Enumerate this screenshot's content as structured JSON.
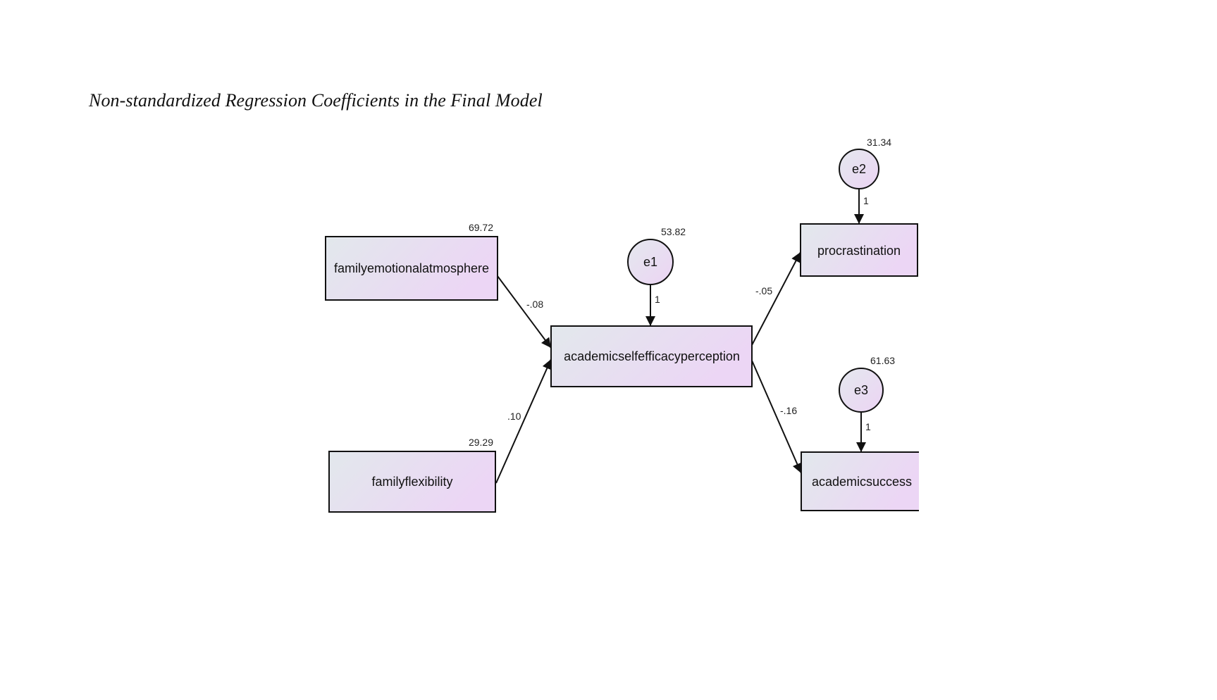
{
  "title": "Non-standardized Regression Coefficients in the Final Model",
  "colors": {
    "fill_start": "#e2e8ec",
    "fill_end": "#ecd6f5",
    "stroke": "#111111"
  },
  "nodes": {
    "fea": {
      "label": "familyemotionalatmosphere",
      "variance": "69.72"
    },
    "ff": {
      "label": "familyflexibility",
      "variance": "29.29"
    },
    "asep": {
      "label": "academicselfefficacyperception"
    },
    "proc": {
      "label": "procrastination"
    },
    "as": {
      "label": "academicsuccess"
    }
  },
  "errors": {
    "e1": {
      "label": "e1",
      "variance": "53.82",
      "path_coef": "1"
    },
    "e2": {
      "label": "e2",
      "variance": "31.34",
      "path_coef": "1"
    },
    "e3": {
      "label": "e3",
      "variance": "61.63",
      "path_coef": "1"
    }
  },
  "paths": {
    "fea_asep": "-.08",
    "ff_asep": ".10",
    "asep_proc": "-.05",
    "asep_as": "-.16"
  }
}
